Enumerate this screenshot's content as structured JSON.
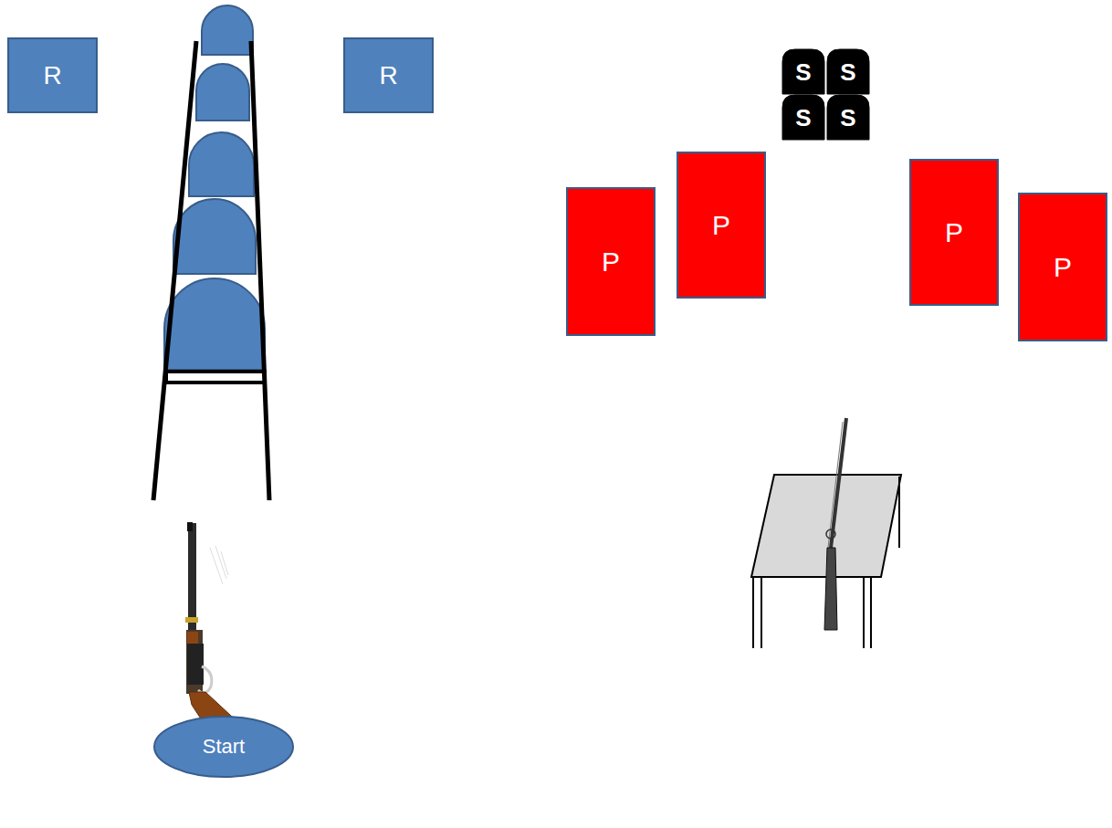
{
  "diagram": {
    "nodes": [
      {
        "text": [
          "R"
        ]
      },
      {
        "text": [
          "R"
        ]
      },
      {
        "text": [
          "S"
        ]
      },
      {
        "text": [
          "S"
        ]
      },
      {
        "text": [
          "S"
        ]
      },
      {
        "text": [
          "S"
        ]
      },
      {
        "text": [
          "P"
        ]
      },
      {
        "text": [
          "P"
        ]
      },
      {
        "text": [
          "P"
        ]
      },
      {
        "text": [
          "P"
        ]
      },
      {
        "text": [
          "Start"
        ]
      }
    ]
  }
}
